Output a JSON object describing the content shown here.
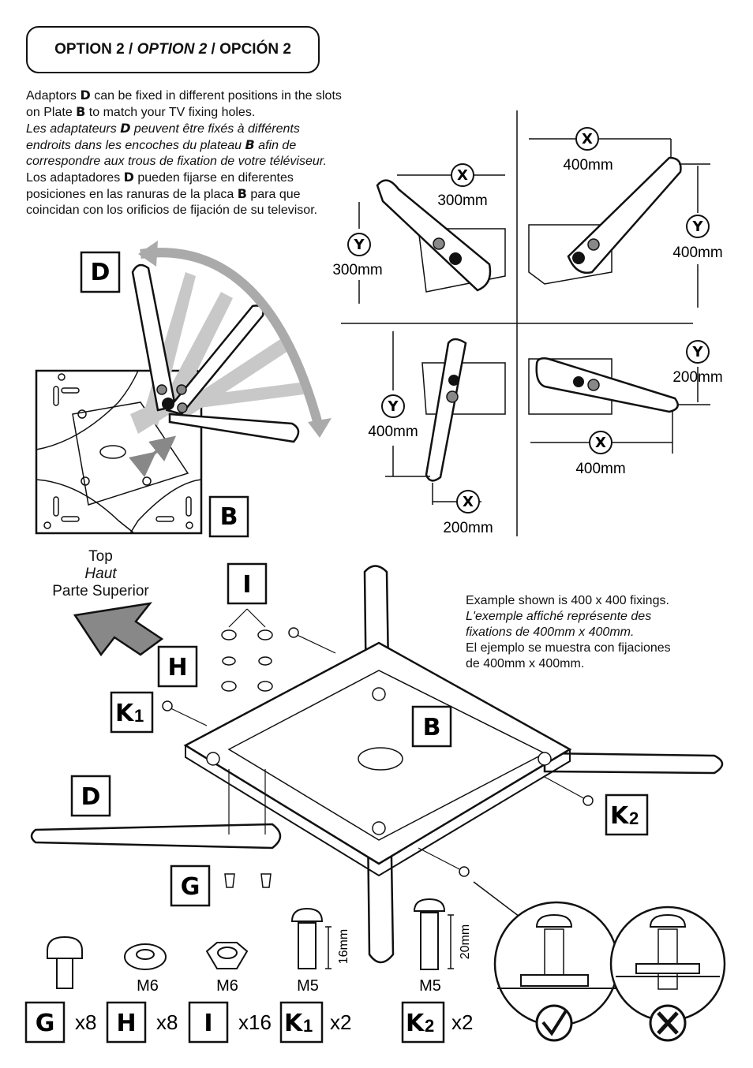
{
  "option": {
    "title_en": "OPTION 2",
    "sep": " / ",
    "title_fr": "OPTION 2",
    "title_es": "OPCIÓN 2"
  },
  "intro": {
    "en_1": "Adaptors ",
    "en_d": "D",
    "en_2": " can be fixed in different positions in the slots on Plate ",
    "en_b": "B",
    "en_3": " to match your TV fixing holes.",
    "fr_1": "Les adaptateurs ",
    "fr_d": "D",
    "fr_2": " peuvent être fixés à différents endroits dans les encoches du plateau ",
    "fr_b": "B",
    "fr_3": " afin de correspondre aux trous de fixation de votre téléviseur.",
    "es_1": "Los adaptadores ",
    "es_d": "D",
    "es_2": " pueden fijarse en diferentes posiciones en las ranuras de la placa ",
    "es_b": "B",
    "es_3": " para que coincidan con los orificios de fijación de su televisor."
  },
  "labels": {
    "d": "D",
    "b": "B",
    "i": "I",
    "h": "H",
    "k1": "K",
    "k1_sub": "1",
    "k2": "K",
    "k2_sub": "2",
    "g": "G"
  },
  "dimensions": {
    "tl_x": "300mm",
    "tl_y": "300mm",
    "tr_x": "400mm",
    "tr_y": "400mm",
    "bl_x": "200mm",
    "bl_y": "400mm",
    "br_x": "400mm",
    "br_y": "200mm",
    "x_letter": "X",
    "y_letter": "Y"
  },
  "top": {
    "en": "Top",
    "fr": "Haut",
    "es": "Parte Superior"
  },
  "example": {
    "en": "Example shown is 400 x 400 fixings.",
    "fr": "L'exemple affiché représente des fixations de 400mm x 400mm.",
    "es": "El ejemplo se muestra con fijaciones de 400mm x 400mm."
  },
  "parts": {
    "h_size": "M6",
    "i_size": "M6",
    "k1_size": "M5",
    "k2_size": "M5",
    "k1_len": "16mm",
    "k2_len": "20mm",
    "g_count": "x8",
    "h_count": "x8",
    "i_count": "x16",
    "k1_count": "x2",
    "k2_count": "x2"
  },
  "icons": {
    "correct": "check-icon",
    "wrong": "cross-icon"
  }
}
